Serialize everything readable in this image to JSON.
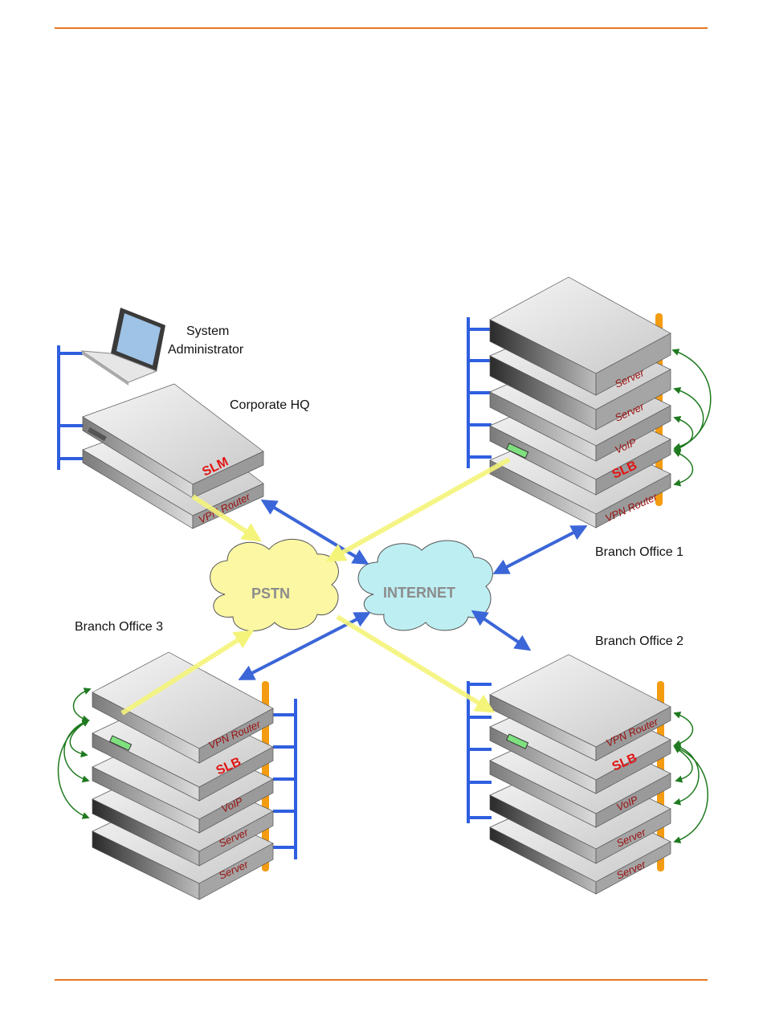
{
  "labels": {
    "system_admin_line1": "System",
    "system_admin_line2": "Administrator",
    "corporate_hq": "Corporate HQ",
    "branch1": "Branch Office 1",
    "branch2": "Branch Office 2",
    "branch3": "Branch Office 3",
    "pstn": "PSTN",
    "internet": "INTERNET"
  },
  "devices": {
    "slm": "SLM",
    "vpn_router": "VPN Router",
    "slb": "SLB",
    "voip": "VoIP",
    "server": "Server"
  },
  "colors": {
    "accent_rule": "#e87722",
    "lan_bus": "#2f5fe0",
    "internet_link": "#3b66d8",
    "pstn_link": "#f4f47a",
    "pstn_cloud": "#fbf7a3",
    "internet_cloud": "#bdeef2",
    "failover_arrow": "#1f7a1f",
    "power_rail": "#f39c12"
  }
}
